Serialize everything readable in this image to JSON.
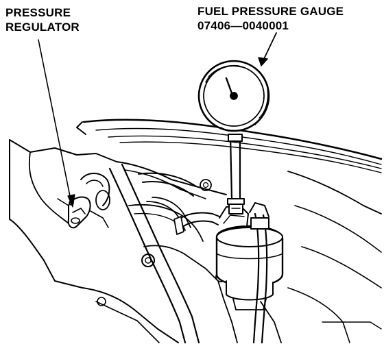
{
  "callouts": {
    "pressure_regulator": {
      "line1": "PRESSURE",
      "line2": "REGULATOR"
    },
    "fuel_pressure_gauge": {
      "line1": "FUEL PRESSURE GAUGE",
      "line2": "07406—0040001"
    }
  },
  "colors": {
    "ink": "#000000",
    "paper": "#ffffff"
  }
}
